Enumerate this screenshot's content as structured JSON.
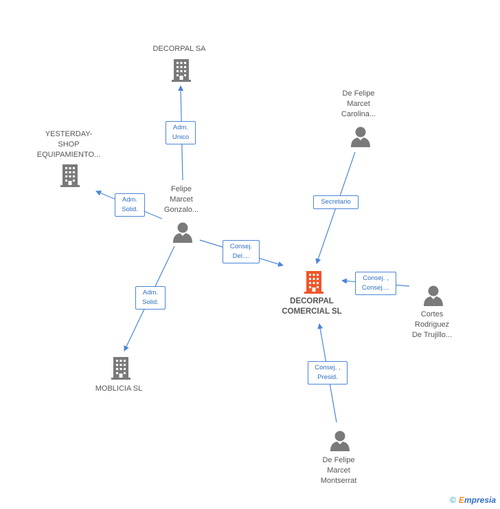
{
  "colors": {
    "edge": "#4a86d6",
    "icon_gray": "#7a7a7a",
    "icon_main": "#f0562a"
  },
  "nodes": {
    "decorpal_sa": {
      "label": "DECORPAL SA",
      "type": "company"
    },
    "yesterday": {
      "label": "YESTERDAY-\nSHOP\nEQUIPAMIENTO...",
      "type": "company"
    },
    "moblicia": {
      "label": "MOBLICIA SL",
      "type": "company"
    },
    "decorpal_comercial": {
      "label": "DECORPAL\nCOMERCIAL SL",
      "type": "company-main"
    },
    "felipe_gonzalo": {
      "label": "Felipe\nMarcet\nGonzalo...",
      "type": "person"
    },
    "carolina": {
      "label": "De Felipe\nMarcet\nCarolina...",
      "type": "person"
    },
    "cortes": {
      "label": "Cortes\nRodriguez\nDe Trujillo...",
      "type": "person"
    },
    "montserrat": {
      "label": "De Felipe\nMarcet\nMontserrat",
      "type": "person"
    }
  },
  "edges": {
    "e1": {
      "label": "Adm.\nUnico"
    },
    "e2": {
      "label": "Adm.\nSolid."
    },
    "e3": {
      "label": "Adm.\nSolid."
    },
    "e4": {
      "label": "Consej.\nDel...."
    },
    "e5": {
      "label": "Secretario"
    },
    "e6": {
      "label": "Consej. ,\nConsej...."
    },
    "e7": {
      "label": "Consej. ,\nPresid."
    }
  },
  "footer": {
    "copyright": "©",
    "brand_e": "E",
    "brand_rest": "mpresia"
  }
}
